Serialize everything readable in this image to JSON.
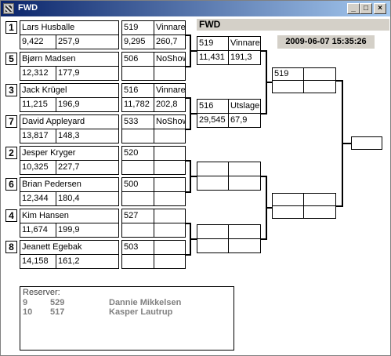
{
  "window": {
    "title": "FWD"
  },
  "header": {
    "label": "FWD",
    "timestamp": "2009-06-07 15:35:26"
  },
  "players": [
    {
      "seed": "1",
      "name": "Lars Husballe",
      "v1": "9,422",
      "v2": "257,9"
    },
    {
      "seed": "5",
      "name": "Bjørn Madsen",
      "v1": "12,312",
      "v2": "177,9"
    },
    {
      "seed": "3",
      "name": "Jack Krügel",
      "v1": "11,215",
      "v2": "196,9"
    },
    {
      "seed": "7",
      "name": "David Appleyard",
      "v1": "13,817",
      "v2": "148,3"
    },
    {
      "seed": "2",
      "name": "Jesper Kryger",
      "v1": "10,325",
      "v2": "227,7"
    },
    {
      "seed": "6",
      "name": "Brian Pedersen",
      "v1": "12,344",
      "v2": "180,4"
    },
    {
      "seed": "4",
      "name": "Kim Hansen",
      "v1": "11,674",
      "v2": "199,9"
    },
    {
      "seed": "8",
      "name": "Jeanett Egebak",
      "v1": "14,158",
      "v2": "161,2"
    }
  ],
  "round1": [
    {
      "num": "519",
      "result": "Vinnare",
      "v1": "9,295",
      "v2": "260,7"
    },
    {
      "num": "506",
      "result": "NoShow",
      "v1": "",
      "v2": ""
    },
    {
      "num": "516",
      "result": "Vinnare",
      "v1": "11,782",
      "v2": "202,8"
    },
    {
      "num": "533",
      "result": "NoShow",
      "v1": "",
      "v2": ""
    },
    {
      "num": "520",
      "result": "",
      "v1": "",
      "v2": ""
    },
    {
      "num": "500",
      "result": "",
      "v1": "",
      "v2": ""
    },
    {
      "num": "527",
      "result": "",
      "v1": "",
      "v2": ""
    },
    {
      "num": "503",
      "result": "",
      "v1": "",
      "v2": ""
    }
  ],
  "round2": [
    {
      "num": "519",
      "result": "Vinnare",
      "v1": "11,431",
      "v2": "191,3"
    },
    {
      "num": "516",
      "result": "Utslagen",
      "v1": "29,545",
      "v2": "67,9"
    },
    {
      "num": "",
      "result": "",
      "v1": "",
      "v2": ""
    },
    {
      "num": "",
      "result": "",
      "v1": "",
      "v2": ""
    }
  ],
  "round3": [
    {
      "num": "519",
      "result": ""
    },
    {
      "num": "",
      "result": ""
    }
  ],
  "reserver": {
    "title": "Reserver:",
    "rows": [
      {
        "pos": "9",
        "num": "529",
        "name": "Dannie Mikkelsen"
      },
      {
        "pos": "10",
        "num": "517",
        "name": "Kasper Lautrup"
      }
    ]
  }
}
